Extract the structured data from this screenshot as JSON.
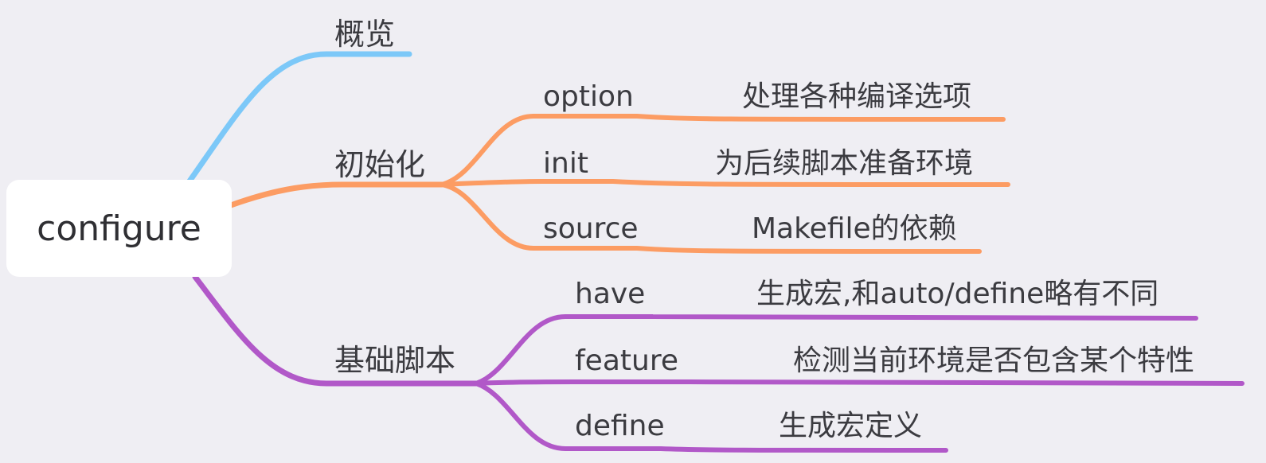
{
  "root": {
    "label": "configure"
  },
  "branches": [
    {
      "label": "概览",
      "color": "#7cc8f8",
      "children": []
    },
    {
      "label": "初始化",
      "color": "#fc9c63",
      "children": [
        {
          "label": "option",
          "detail": "处理各种编译选项"
        },
        {
          "label": "init",
          "detail": "为后续脚本准备环境"
        },
        {
          "label": "source",
          "detail": "Makefile的依赖"
        }
      ]
    },
    {
      "label": "基础脚本",
      "color": "#b158c8",
      "children": [
        {
          "label": "have",
          "detail": "生成宏,和auto/define略有不同"
        },
        {
          "label": "feature",
          "detail": "检测当前环境是否包含某个特性"
        },
        {
          "label": "define",
          "detail": "生成宏定义"
        }
      ]
    }
  ]
}
